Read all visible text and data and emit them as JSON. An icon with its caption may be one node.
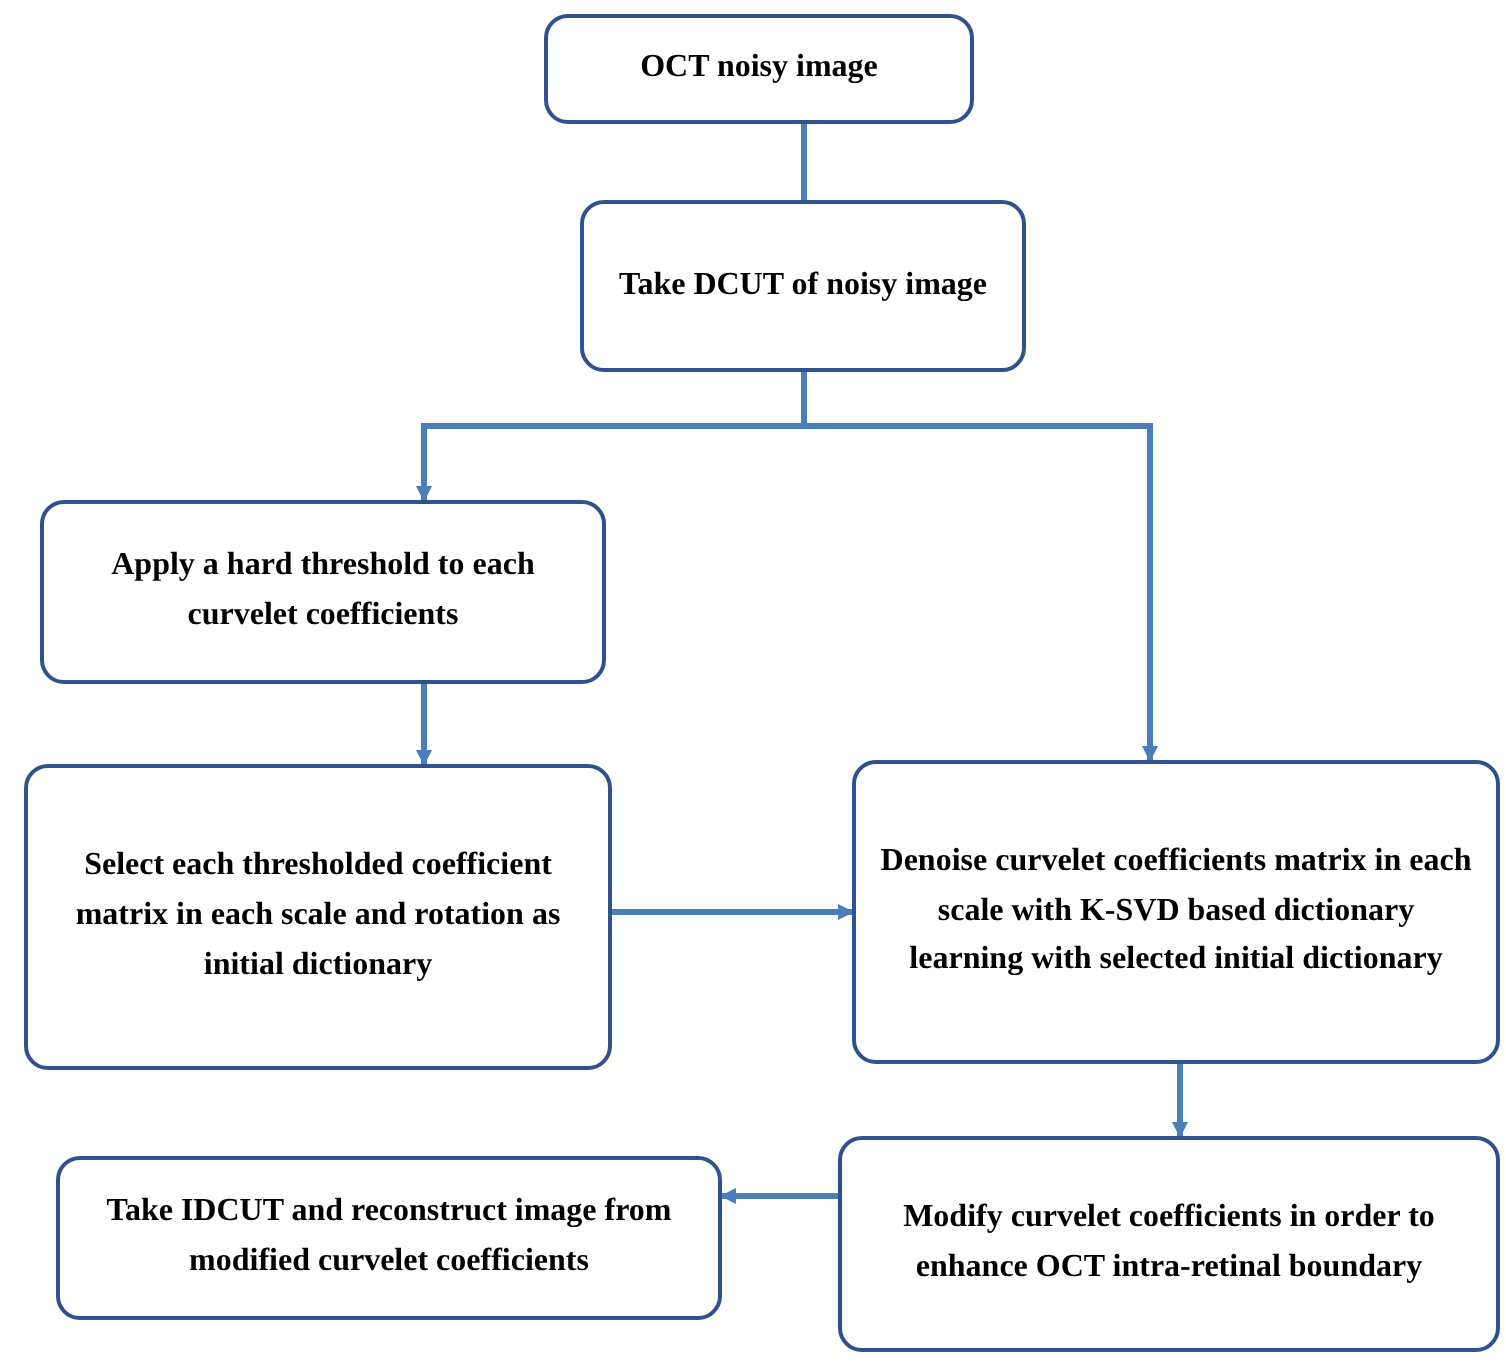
{
  "diagram": {
    "nodes": [
      {
        "text": [
          "OCT noisy image"
        ]
      },
      {
        "text": [
          "Take DCUT of noisy image"
        ]
      },
      {
        "text": [
          "Apply a hard threshold to each curvelet coefficients"
        ]
      },
      {
        "text": [
          "Select each thresholded coefficient matrix in each scale and rotation as initial dictionary"
        ]
      },
      {
        "text": [
          "Denoise curvelet coefficients matrix in each scale with K-SVD based dictionary learning with selected initial dictionary"
        ]
      },
      {
        "text": [
          "Modify curvelet coefficients in order to enhance OCT intra-retinal boundary"
        ]
      },
      {
        "text": [
          "Take IDCUT and reconstruct image from modified curvelet coefficients"
        ]
      }
    ],
    "edges": [
      {
        "from": 0,
        "to": 1,
        "arrow": "none"
      },
      {
        "from": 1,
        "to": 2,
        "arrow": "to"
      },
      {
        "from": 1,
        "to": 4,
        "arrow": "to"
      },
      {
        "from": 2,
        "to": 3,
        "arrow": "to"
      },
      {
        "from": 3,
        "to": 4,
        "arrow": "to"
      },
      {
        "from": 4,
        "to": 5,
        "arrow": "to"
      },
      {
        "from": 5,
        "to": 6,
        "arrow": "to"
      }
    ]
  }
}
